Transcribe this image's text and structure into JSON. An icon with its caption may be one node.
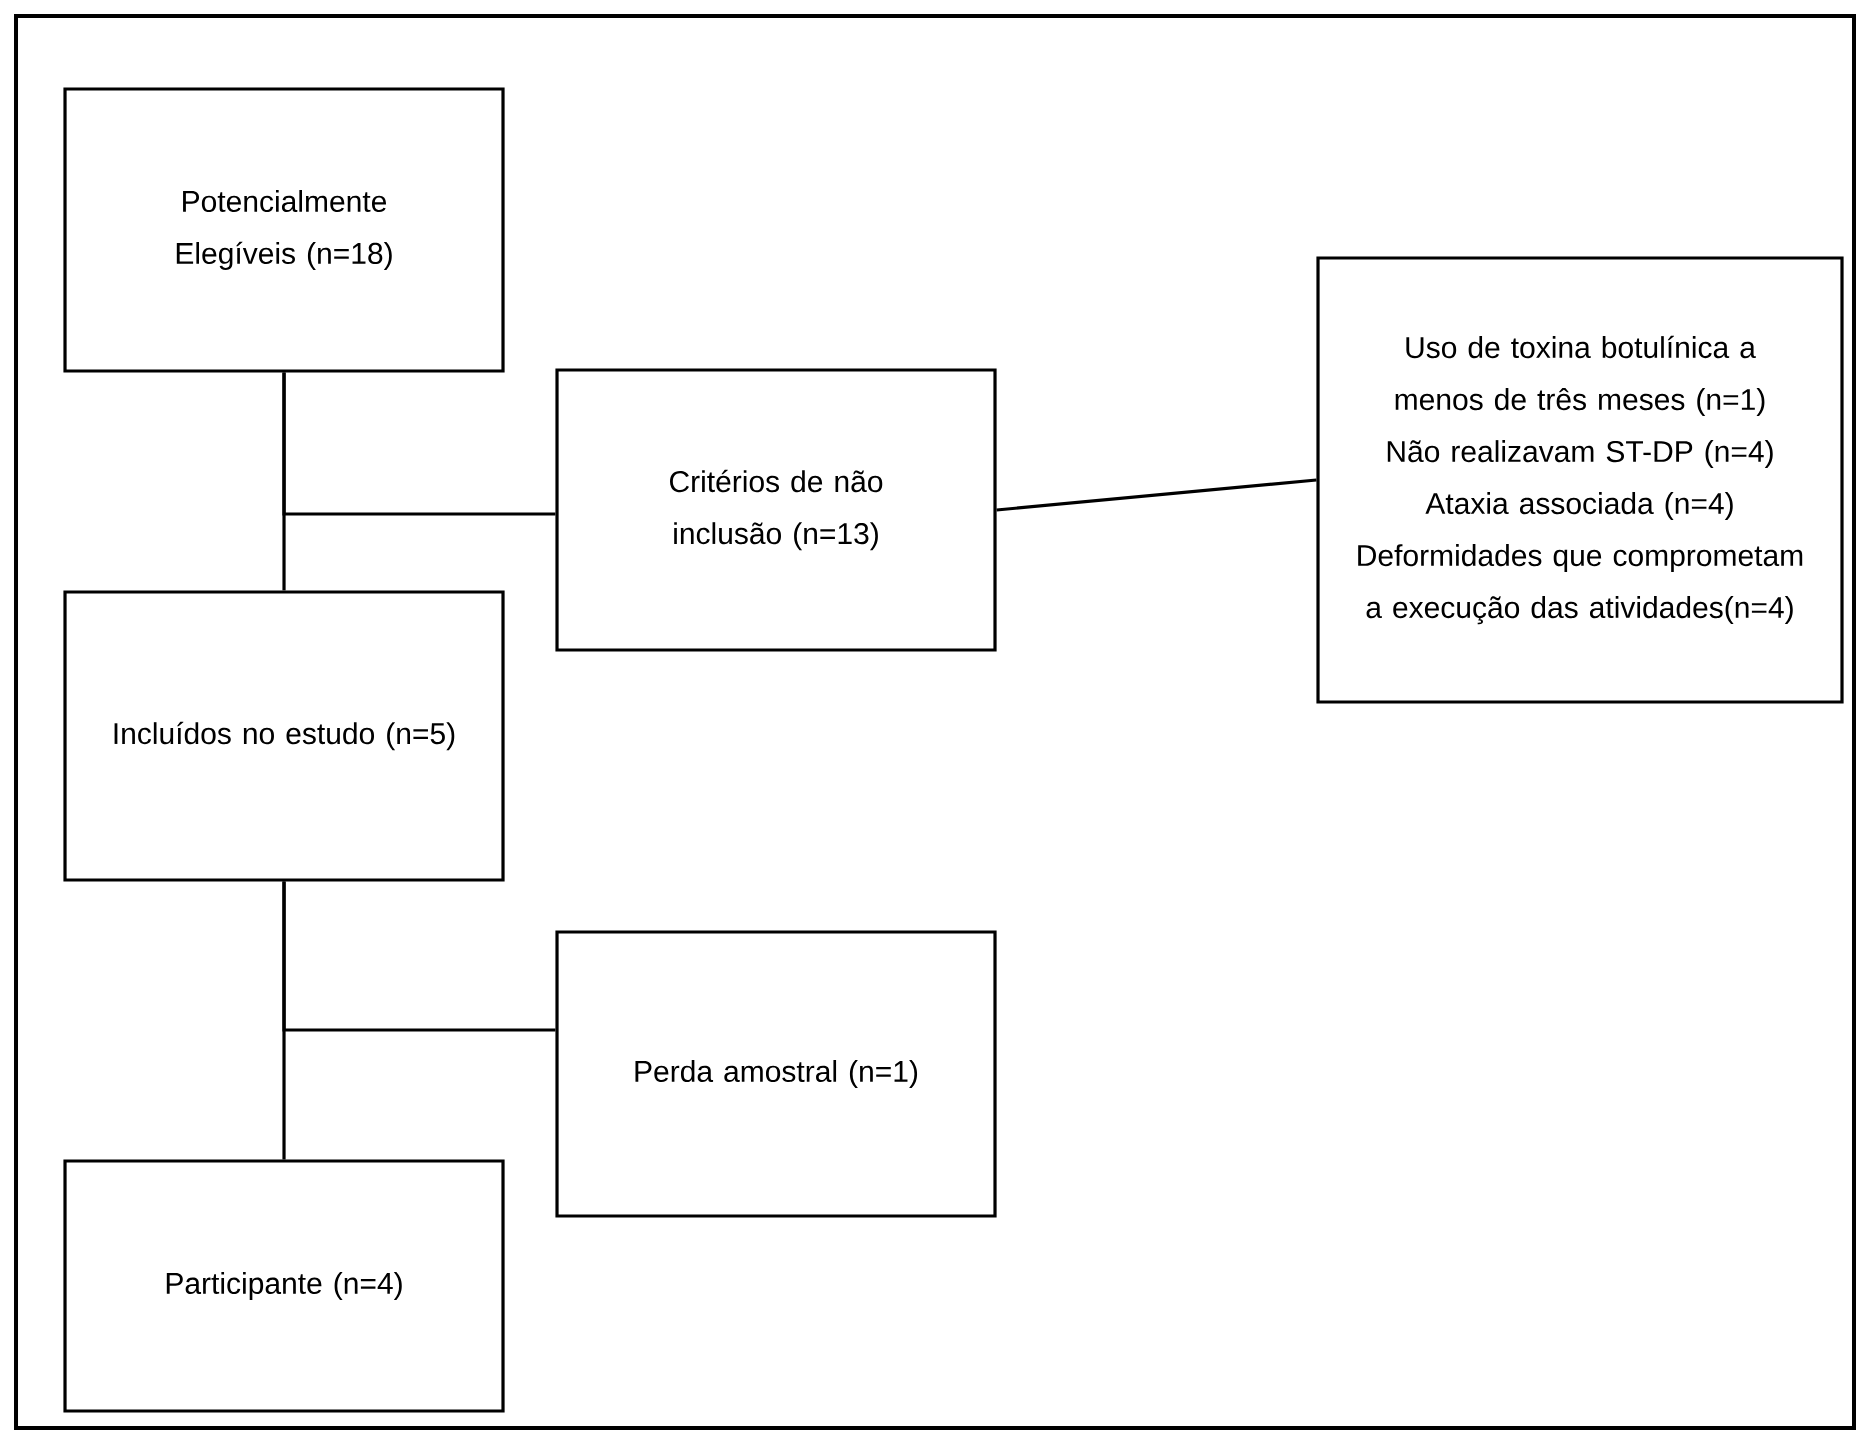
{
  "diagram": {
    "nodes": [
      {
        "text": [
          "Potencialmente Elegíveis (n=18)"
        ]
      },
      {
        "text": [
          "Critérios de não inclusão (n=13)"
        ]
      },
      {
        "text": [
          "Uso de toxina botulínica a menos de três meses (n=1)",
          "Não realizavam ST-DP (n=4)",
          "Ataxia associada (n=4)",
          "Deformidades que comprometam a execução das atividades(n=4)"
        ]
      },
      {
        "text": [
          "Incluídos no estudo (n=5)"
        ]
      },
      {
        "text": [
          "Perda amostral (n=1)"
        ]
      },
      {
        "text": [
          "Participante (n=4)"
        ]
      }
    ],
    "edges": [
      {
        "from": 0,
        "to": 3,
        "arrow": "none"
      },
      {
        "from": 0,
        "to": 1,
        "arrow": "none"
      },
      {
        "from": 1,
        "to": 2,
        "arrow": "none"
      },
      {
        "from": 3,
        "to": 5,
        "arrow": "none"
      },
      {
        "from": 3,
        "to": 4,
        "arrow": "none"
      }
    ]
  }
}
